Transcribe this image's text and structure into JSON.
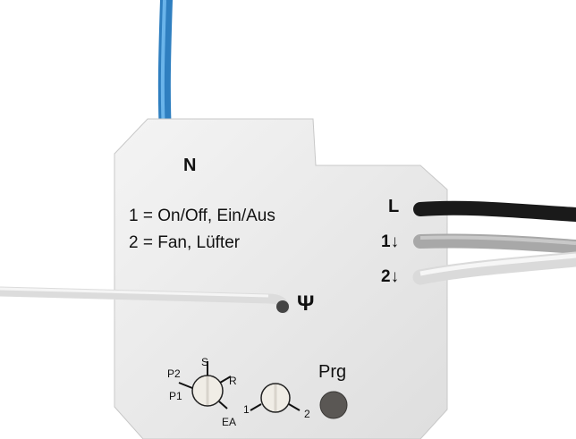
{
  "device": {
    "neutral_label": "N",
    "legend_line_1": "1 = On/Off, Ein/Aus",
    "legend_line_2": "2 = Fan, Lüfter",
    "terminal_L": "L",
    "terminal_1": "1↓",
    "terminal_2": "2↓",
    "antenna_symbol": "Ψ",
    "mode_dial_labels": {
      "s": "S",
      "p2": "P2",
      "p1": "P1",
      "r": "R",
      "ea": "EA"
    },
    "channel_dial_labels": {
      "one": "1",
      "two": "2"
    },
    "program_label": "Prg"
  },
  "colors": {
    "housing": "#ececec",
    "blue_wire": "#3a8fd0",
    "black_wire": "#1a1a1a",
    "gray_wire": "#a8a8a8",
    "white_wire": "#e8e8e8",
    "button": "#5a5754"
  }
}
